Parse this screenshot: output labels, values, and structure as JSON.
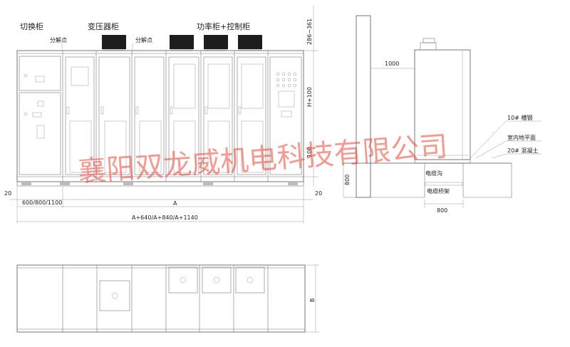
{
  "labels": {
    "switch_cabinet": "切换柜",
    "transformer_cabinet": "变压器柜",
    "power_control_cabinet": "功率柜+控制柜",
    "split_point_1": "分解点",
    "split_point_2": "分解点"
  },
  "dimensions": {
    "top_clearance": "286~361",
    "height": "H+100",
    "base": "100",
    "edge_left": "20",
    "edge_right": "20",
    "cabinet_width": "600/800/1100",
    "total_a": "A",
    "overall": "A+640/A+840/A+1140",
    "side_offset": "1000",
    "trench_height": "800",
    "trench_width": "800",
    "depth_b": "B"
  },
  "side_notes": {
    "steel": "10# 槽钢",
    "floor": "室内地平面",
    "concrete": "20# 混凝土",
    "trench": "电缆沟",
    "tray": "电缆桥架"
  },
  "watermark": "襄阳双龙威机电科技有限公司"
}
